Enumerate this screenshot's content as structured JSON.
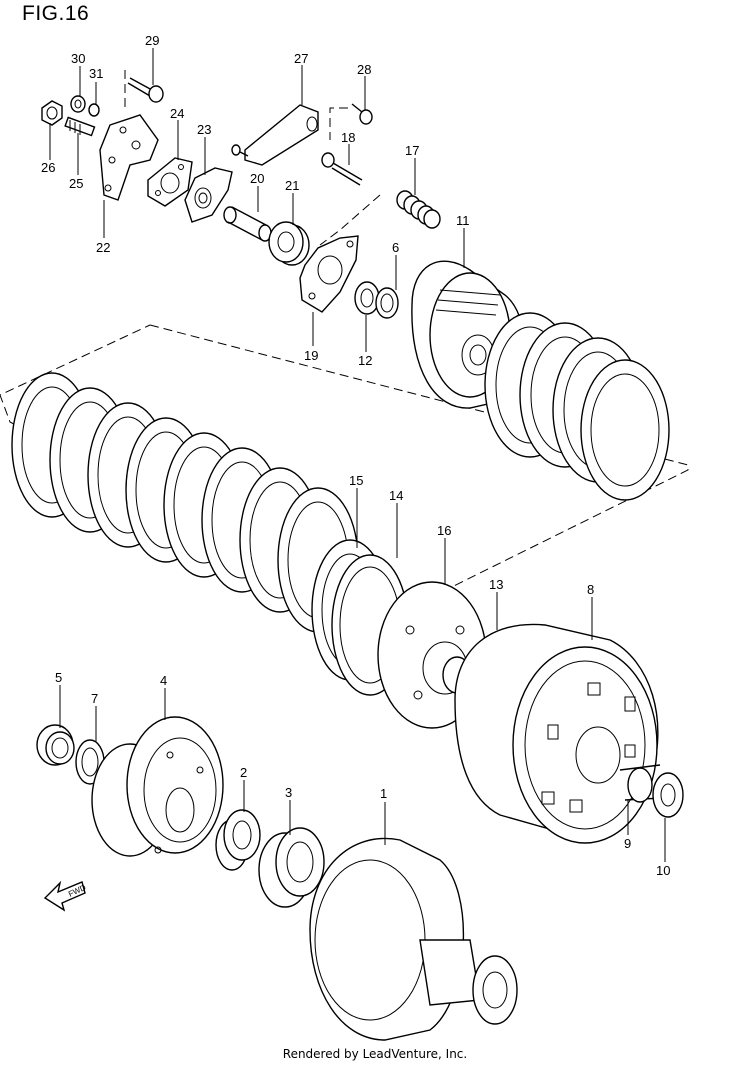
{
  "figure": {
    "title": "FIG.16",
    "footer": "Rendered by LeadVenture, Inc."
  },
  "direction_arrow": {
    "label": "FWD",
    "icon": "fwd-arrow-icon"
  },
  "callouts": [
    {
      "id": "c1",
      "label": "1"
    },
    {
      "id": "c2",
      "label": "2"
    },
    {
      "id": "c3",
      "label": "3"
    },
    {
      "id": "c4",
      "label": "4"
    },
    {
      "id": "c5",
      "label": "5"
    },
    {
      "id": "c6",
      "label": "6"
    },
    {
      "id": "c7",
      "label": "7"
    },
    {
      "id": "c8",
      "label": "8"
    },
    {
      "id": "c9",
      "label": "9"
    },
    {
      "id": "c10",
      "label": "10"
    },
    {
      "id": "c11",
      "label": "11"
    },
    {
      "id": "c12",
      "label": "12"
    },
    {
      "id": "c13",
      "label": "13"
    },
    {
      "id": "c14",
      "label": "14"
    },
    {
      "id": "c15",
      "label": "15"
    },
    {
      "id": "c16",
      "label": "16"
    },
    {
      "id": "c17",
      "label": "17"
    },
    {
      "id": "c18",
      "label": "18"
    },
    {
      "id": "c19",
      "label": "19"
    },
    {
      "id": "c20",
      "label": "20"
    },
    {
      "id": "c21",
      "label": "21"
    },
    {
      "id": "c22",
      "label": "22"
    },
    {
      "id": "c23",
      "label": "23"
    },
    {
      "id": "c24",
      "label": "24"
    },
    {
      "id": "c25",
      "label": "25"
    },
    {
      "id": "c26",
      "label": "26"
    },
    {
      "id": "c27",
      "label": "27"
    },
    {
      "id": "c28",
      "label": "28"
    },
    {
      "id": "c29",
      "label": "29"
    },
    {
      "id": "c30",
      "label": "30"
    },
    {
      "id": "c31",
      "label": "31"
    }
  ]
}
